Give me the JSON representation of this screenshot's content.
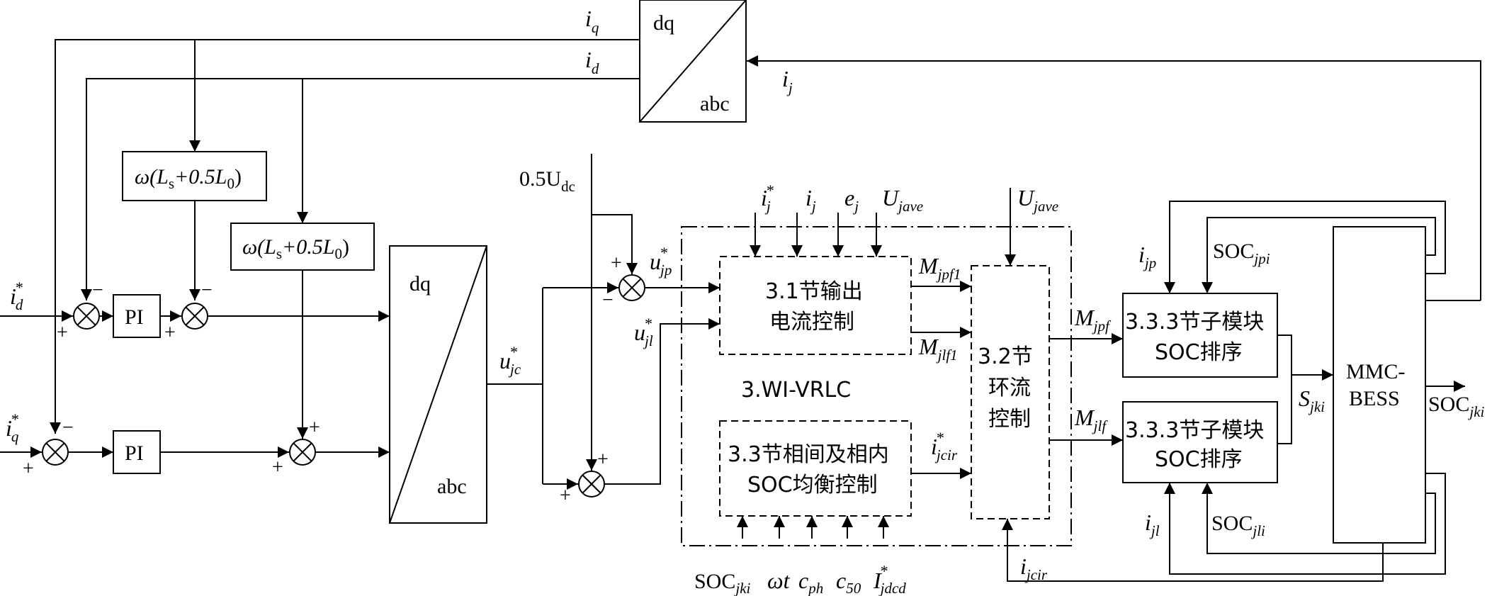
{
  "signals": {
    "iq_top": "i",
    "iq_top_sub": "q",
    "id_top": "i",
    "id_top_sub": "d",
    "ij": "i",
    "ij_sub": "j",
    "id_star": "i",
    "id_star_sub": "d",
    "id_star_sup": "*",
    "iq_star": "i",
    "iq_star_sub": "q",
    "iq_star_sup": "*",
    "udc": "0.5U",
    "udc_sub": "dc",
    "ujp": "u",
    "ujp_sub": "jp",
    "ujp_sup": "*",
    "ujl": "u",
    "ujl_sub": "jl",
    "ujl_sup": "*",
    "ujc": "u",
    "ujc_sub": "jc",
    "ujc_sup": "*",
    "top_in_1": "i",
    "top_in_1_sub": "j",
    "top_in_1_sup": "*",
    "top_in_2": "i",
    "top_in_2_sub": "j",
    "top_in_3": "e",
    "top_in_3_sub": "j",
    "top_in_4": "U",
    "top_in_4_sub": "jave",
    "top_in_5": "U",
    "top_in_5_sub": "jave",
    "mjpf1": "M",
    "mjpf1_sub": "jpf1",
    "mjlf1": "M",
    "mjlf1_sub": "jlf1",
    "ijcir_star": "i",
    "ijcir_star_sub": "jcir",
    "ijcir_star_sup": "*",
    "mjpf": "M",
    "mjpf_sub": "jpf",
    "mjlf": "M",
    "mjlf_sub": "jlf",
    "ijp": "i",
    "ijp_sub": "jp",
    "socjpi": "SOC",
    "socjpi_sub": "jpi",
    "ijl": "i",
    "ijl_sub": "jl",
    "socjli": "SOC",
    "socjli_sub": "jli",
    "sjki": "S",
    "sjki_sub": "jki",
    "socjki_out": "SOC",
    "socjki_out_sub": "jki",
    "ijcir": "i",
    "ijcir_sub": "jcir",
    "bot_1": "SOC",
    "bot_1_sub": "jki",
    "bot_2": "ωt",
    "bot_3": "c",
    "bot_3_sub": "ph",
    "bot_4": "c",
    "bot_4_sub": "50",
    "bot_5": "I",
    "bot_5_sub": "jdcd",
    "bot_5_sup": "*"
  },
  "blocks": {
    "dq_abc_top_dq": "dq",
    "dq_abc_top_abc": "abc",
    "omega1_a": "ω(L",
    "omega1_sub1": "s",
    "omega1_b": "+0.5L",
    "omega1_sub2": "0",
    "omega1_c": ")",
    "omega2_a": "ω(L",
    "omega2_sub1": "s",
    "omega2_b": "+0.5L",
    "omega2_sub2": "0",
    "omega2_c": ")",
    "pi1": "PI",
    "pi2": "PI",
    "dq_abc_mid_dq": "dq",
    "dq_abc_mid_abc": "abc",
    "b31_line1": "3.1节输出",
    "b31_line2": "电流控制",
    "b33_line1": "3.3节相间及相内",
    "b33_line2": "SOC均衡控制",
    "wi_vrlc": "3.WI-VRLC",
    "b32_line1": "3.2节",
    "b32_line2": "环流",
    "b32_line3": "控制",
    "b333a_line1": "3.3.3节子模块",
    "b333a_line2": "SOC排序",
    "b333b_line1": "3.3.3节子模块",
    "b333b_line2": "SOC排序",
    "mmc_line1": "MMC-",
    "mmc_line2": "BESS"
  },
  "signs": {
    "plus": "+",
    "minus": "−"
  }
}
